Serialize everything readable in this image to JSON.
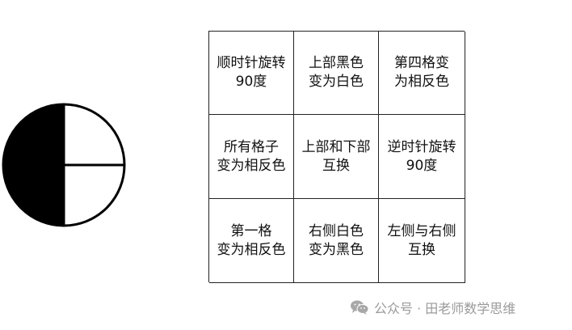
{
  "grid": {
    "cells": [
      [
        "顺时针旋转\n90度",
        "上部黑色\n变为白色",
        "第四格变\n为相反色"
      ],
      [
        "所有格子\n变为相反色",
        "上部和下部\n互换",
        "逆时针旋转\n90度"
      ],
      [
        "第一格\n变为相反色",
        "右侧白色\n变为黑色",
        "左侧与右侧\n互换"
      ]
    ]
  },
  "watermark": {
    "text": "公众号 · 田老师数学思维",
    "icon": "wechat-icon"
  },
  "colors": {
    "black": "#000000",
    "white": "#ffffff",
    "watermark": "#9a9a9a"
  }
}
